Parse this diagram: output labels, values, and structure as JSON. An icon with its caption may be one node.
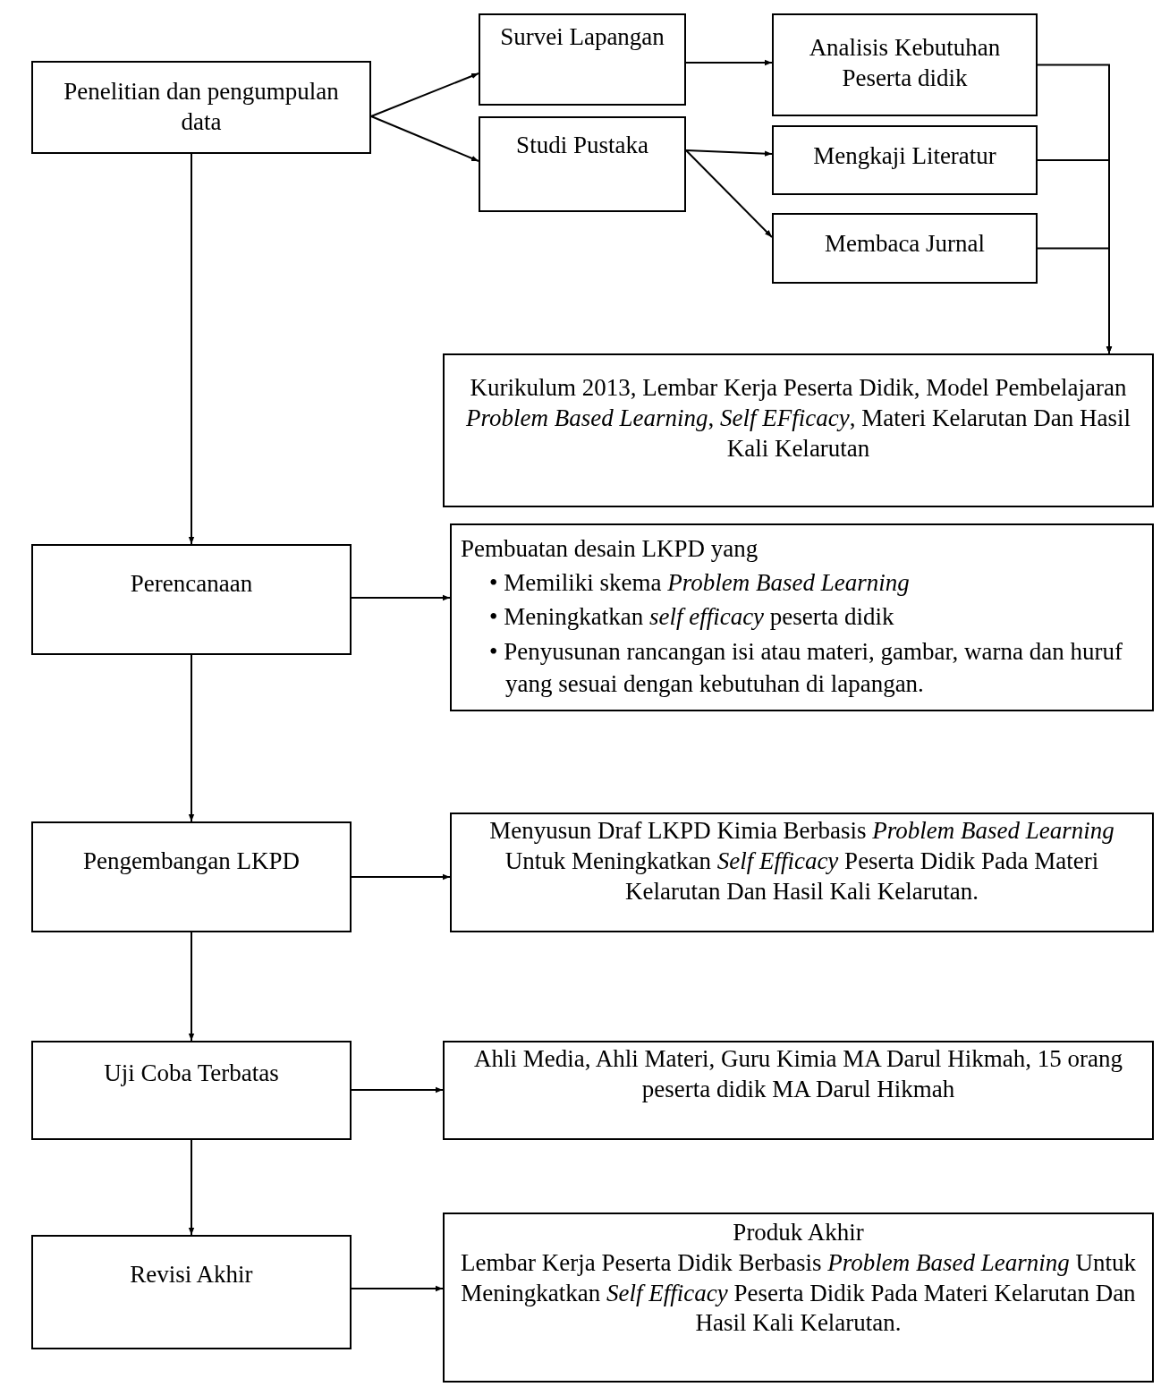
{
  "diagram": {
    "nodes": [
      {
        "text": [
          "Penelitian dan pengumpulan data"
        ]
      },
      {
        "text": [
          "Survei Lapangan"
        ]
      },
      {
        "text": [
          "Studi Pustaka"
        ]
      },
      {
        "text": [
          "Analisis Kebutuhan Peserta didik"
        ]
      },
      {
        "text": [
          "Mengkaji Literatur"
        ]
      },
      {
        "text": [
          "Membaca Jurnal"
        ]
      },
      {
        "text": [
          "Kurikulum 2013, Lembar Kerja Peserta Didik, Model Pembelajaran *Problem Based Learning*, *Self EFficacy*, Materi Kelarutan Dan Hasil Kali Kelarutan"
        ]
      },
      {
        "text": [
          "Perencanaan"
        ]
      },
      {
        "text": [
          "Pembuatan desain LKPD yang",
          "• Memiliki skema *Problem Based Learning*",
          "• Meningkatkan *self efficacy* peserta didik",
          "• Penyusunan rancangan isi atau materi, gambar, warna dan huruf yang sesuai dengan kebutuhan di lapangan."
        ]
      },
      {
        "text": [
          "Pengembangan LKPD"
        ]
      },
      {
        "text": [
          "Menyusun Draf LKPD Kimia Berbasis *Problem Based Learning* Untuk Meningkatkan *Self Efficacy* Peserta Didik Pada Materi Kelarutan Dan Hasil Kali Kelarutan."
        ]
      },
      {
        "text": [
          "Uji Coba Terbatas"
        ]
      },
      {
        "text": [
          "Ahli Media, Ahli Materi, Guru Kimia MA Darul Hikmah, 15 orang peserta didik  MA Darul Hikmah"
        ]
      },
      {
        "text": [
          "Revisi Akhir"
        ]
      },
      {
        "text": [
          "Produk Akhir",
          "Lembar Kerja Peserta Didik Berbasis *Problem Based Learning* Untuk Meningkatkan *Self Efficacy* Peserta Didik Pada Materi Kelarutan Dan Hasil Kali Kelarutan."
        ]
      }
    ],
    "edges": [
      {
        "from": 0,
        "to": 1,
        "arrow": "to"
      },
      {
        "from": 0,
        "to": 2,
        "arrow": "to"
      },
      {
        "from": 1,
        "to": 3,
        "arrow": "to"
      },
      {
        "from": 2,
        "to": 4,
        "arrow": "to"
      },
      {
        "from": 2,
        "to": 5,
        "arrow": "to"
      },
      {
        "from": 3,
        "to": 6,
        "arrow": "to"
      },
      {
        "from": 4,
        "to": 6,
        "arrow": "to"
      },
      {
        "from": 5,
        "to": 6,
        "arrow": "to"
      },
      {
        "from": 0,
        "to": 7,
        "arrow": "to"
      },
      {
        "from": 7,
        "to": 8,
        "arrow": "to"
      },
      {
        "from": 7,
        "to": 9,
        "arrow": "to"
      },
      {
        "from": 9,
        "to": 10,
        "arrow": "to"
      },
      {
        "from": 9,
        "to": 11,
        "arrow": "to"
      },
      {
        "from": 11,
        "to": 12,
        "arrow": "to"
      },
      {
        "from": 11,
        "to": 13,
        "arrow": "to"
      },
      {
        "from": 13,
        "to": 14,
        "arrow": "to"
      }
    ]
  }
}
